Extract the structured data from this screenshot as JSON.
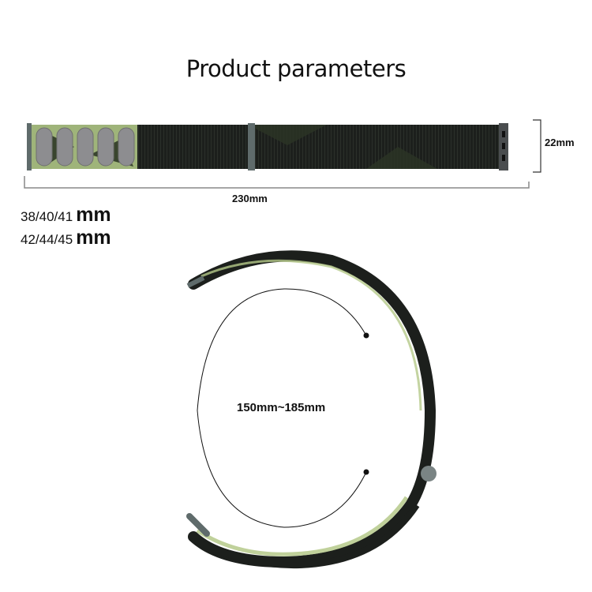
{
  "title": "Product parameters",
  "dimensions": {
    "length": "230mm",
    "width": "22mm",
    "circumference": "150mm~185mm"
  },
  "sizes": [
    {
      "cases": "38/40/41",
      "unit": "mm"
    },
    {
      "cases": "42/44/45",
      "unit": "mm"
    }
  ],
  "colors": {
    "strap_dark": "#1c1f1c",
    "camo_green": "#b5c98a",
    "connector_gray": "#5f6b6b",
    "velcro_gray": "#8a8a8a"
  }
}
